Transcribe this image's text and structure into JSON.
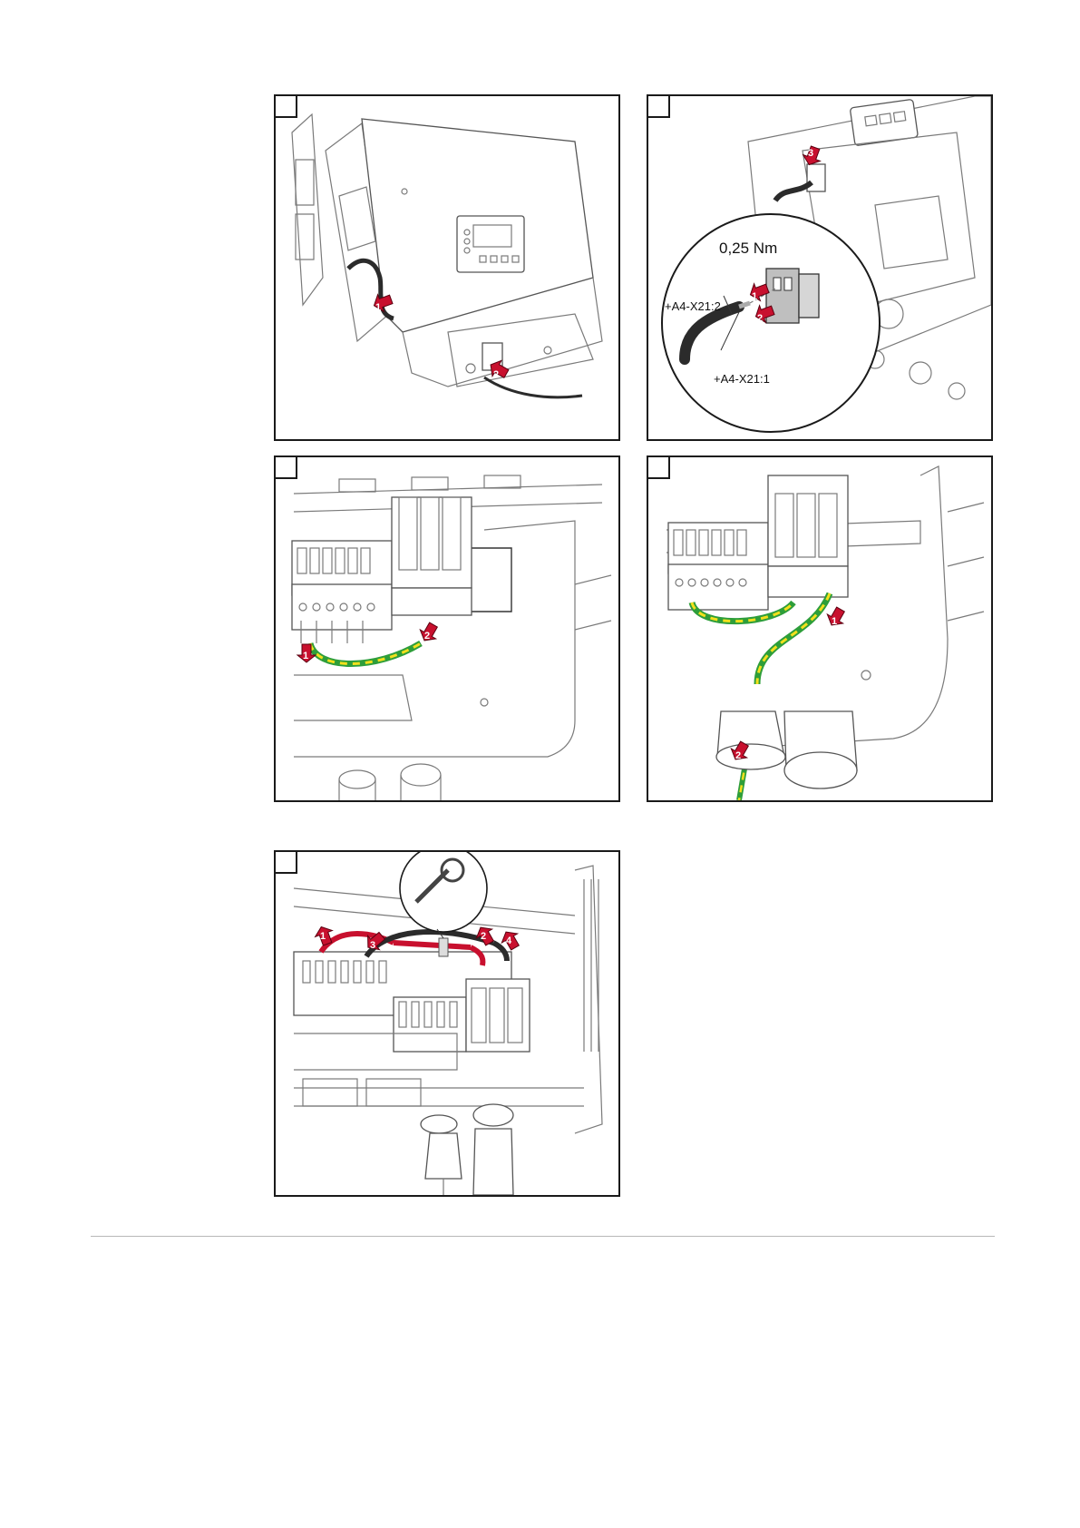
{
  "panels": [
    {
      "id": "p1",
      "arrows": [
        "1",
        "2"
      ]
    },
    {
      "id": "p2",
      "torque": "0,25 Nm",
      "terminal_a": "+A4-X21:2",
      "terminal_b": "+A4-X21:1",
      "arrows": [
        "1",
        "2",
        "3"
      ]
    },
    {
      "id": "p3",
      "arrows": [
        "1",
        "2"
      ]
    },
    {
      "id": "p4",
      "arrows": [
        "1",
        "2"
      ]
    },
    {
      "id": "p5",
      "arrows": [
        "1",
        "2",
        "3",
        "4"
      ]
    }
  ],
  "colors": {
    "arrow_red": "#c8102e",
    "cable_black": "#2b2b2b",
    "cable_red": "#c8102e",
    "earth_green": "#2e9e3a",
    "earth_yellow": "#f2e01c",
    "frame": "#1a1a1a"
  }
}
